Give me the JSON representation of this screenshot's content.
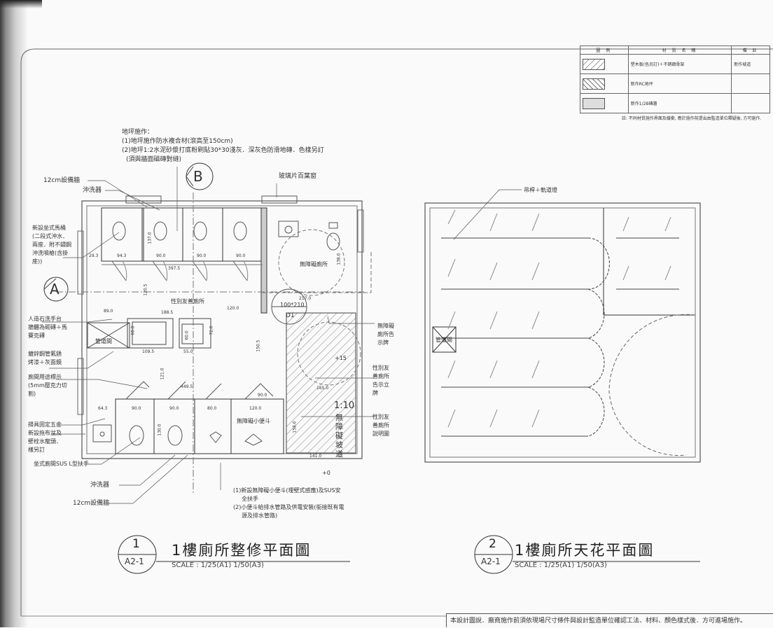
{
  "legend": {
    "headers": [
      "圖 例",
      "材 質 名 稱",
      "備 註"
    ],
    "rows": [
      {
        "material": "塑木板(色另訂)＋不銹鋼骨架",
        "remark": "新作坡道"
      },
      {
        "material": "新作RC地坪",
        "remark": ""
      },
      {
        "material": "新作1/2B磚牆",
        "remark": ""
      }
    ],
    "note": "註: 不同材質施作界面及緩衝, 應於施作前提出由監造單位釋疑後, 方可施作."
  },
  "plan1": {
    "floor_note": [
      "地坪施作：",
      "(1)地坪施作防水複合材(滾高至150cm)",
      "(2)地坪1:2水泥砂漿打底粉刷貼30*30淺灰．深灰色防滑地磚．色樣另訂",
      "(須與牆面磁磚對縫)"
    ],
    "section_b": "B",
    "section_a": "A",
    "labels": {
      "equip_wall_top": "12cm設備牆",
      "flusher_top": "沖洗器",
      "louver": "玻璃片百葉窗",
      "toilet": "新設坐式馬桶\n(二段式沖水．\n兩座．附不鏽鋼\n沖洗噴槍(含掛\n座))",
      "accessible_wc": "無障礙廁所",
      "door_tag_top": "100*210",
      "door_tag_bottom": "D1",
      "gender_friendly": "性別友善廁所",
      "sink": "人造石洗手台\n牆體為砌磚＋馬\n賽克磚",
      "shaft": "管道間",
      "mirror": "鍍鋅鋼管氟銹\n烤漆＋灰面鏡",
      "usage_sign": "廁間用途標示\n(5mm壓克力切\n割)",
      "fixture": "掃具固定五金",
      "mop_sink": "新設拖布盆及\n壁栓水龍頭．\n樣另訂",
      "grab_bar": "坐式廁間SUS  L型扶手",
      "flusher_bottom": "沖洗器",
      "equip_wall_bottom": "12cm設備牆",
      "accessible_urinal": "無障礙小便斗",
      "acc_sign": "無障礙\n廁所告\n示牌",
      "gf_sign_stand": "性別友\n善廁所\n告示立\n牌",
      "gf_diagram": "性別友\n善廁所\n說明圖",
      "ramp_ratio": "1:10",
      "ramp": "無\n障\n礙\n坡\n道",
      "level_15": "+15",
      "level_0": "+0"
    },
    "urinal_notes": [
      "(1)新設無障礙小便斗(埋壁式感應)及SUS安",
      "全扶手",
      "(2)小便斗給排水管路及供電安裝(銜接既有電",
      "源及排水管路)"
    ],
    "dims": [
      "29.3",
      "94.3",
      "90.0",
      "90.0",
      "90.0",
      "137.0",
      "397.5",
      "120.5",
      "89.0",
      "188.5",
      "120.0",
      "217.0",
      "60.0",
      "60.0",
      "72.0",
      "109.5",
      "55.0",
      "150.5",
      "121.0",
      "449.5",
      "64.3",
      "90.0",
      "90.0",
      "80.0",
      "120.0",
      "90.0",
      "130.0",
      "165.0",
      "158.0",
      "141.0",
      "138.0"
    ],
    "title_num": "1",
    "sheet": "A2-1",
    "title": "1樓廁所整修平面圖",
    "scale": "SCALE : 1/25(A1)  1/50(A3)"
  },
  "plan2": {
    "ceiling_label": "吊桿＋軌道燈",
    "shaft": "管道間",
    "title_num": "2",
    "sheet": "A2-1",
    "title": "1樓廁所天花平面圖",
    "scale": "SCALE : 1/25(A1)  1/50(A3)"
  },
  "footer": "本設計圖說．廠商施作前須依現場尺寸條件與設計監造單位確認工法、材料、顏色樣式後．方可進場施作。"
}
